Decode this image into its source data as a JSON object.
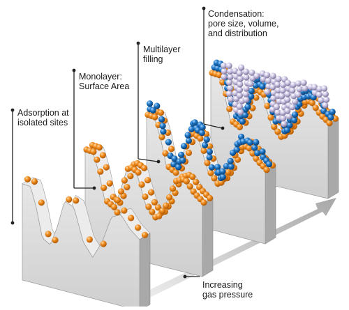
{
  "labels": {
    "adsorption": [
      "Adsorption at",
      "isolated sites"
    ],
    "monolayer": [
      "Monolayer:",
      "Surface Area"
    ],
    "multilayer": [
      "Multilayer",
      "filling"
    ],
    "condensation": [
      "Condensation:",
      "pore size, volume,",
      "and distribution"
    ],
    "pressure": [
      "Increasing",
      "gas pressure"
    ]
  },
  "colors": {
    "orange_particle": "#f08c1e",
    "blue_particle": "#1f78c8",
    "lilac_particle": "#cbc3e3",
    "block_front": "#d9d9d9",
    "block_side": "#a9a9a9",
    "block_top": "#ededed",
    "arrow": "#bdbdbd",
    "leader": "#222222"
  }
}
